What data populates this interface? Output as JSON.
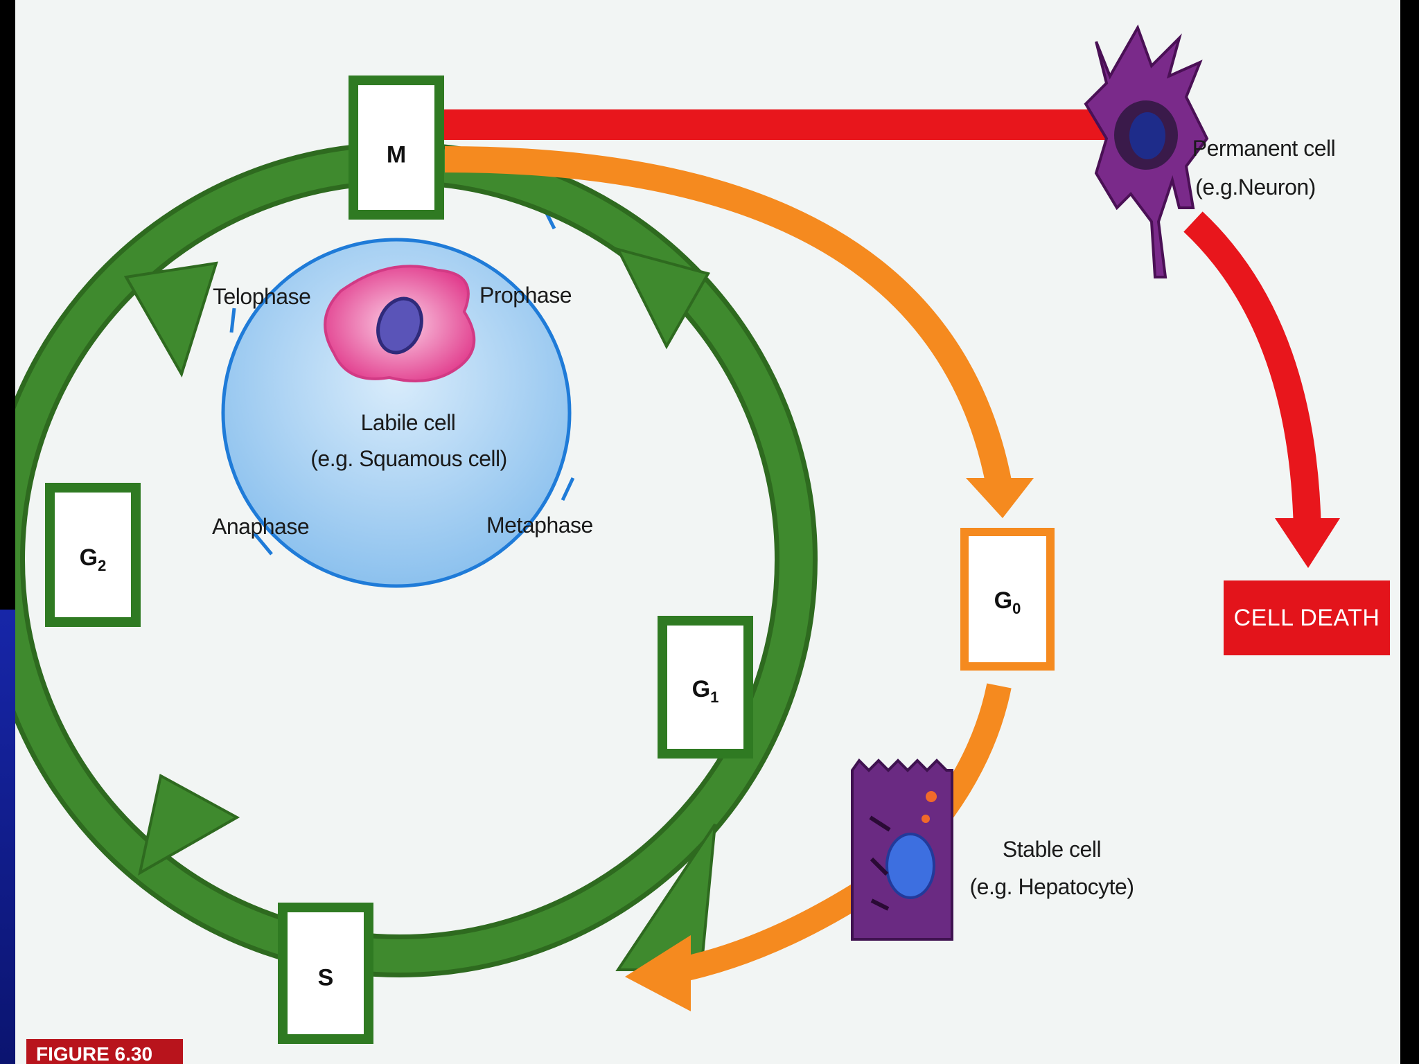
{
  "phases": {
    "m": "M",
    "g1_main": "G",
    "g1_sub": "1",
    "g2_main": "G",
    "g2_sub": "2",
    "s": "S",
    "g0_main": "G",
    "g0_sub": "0"
  },
  "mitosis": {
    "telophase": "Telophase",
    "prophase": "Prophase",
    "metaphase": "Metaphase",
    "anaphase": "Anaphase"
  },
  "cells": {
    "labile_name": "Labile cell",
    "labile_example": "(e.g. Squamous cell)",
    "permanent_name": "Permanent cell",
    "permanent_example": "(e.g.Neuron)",
    "stable_name": "Stable cell",
    "stable_example": "(e.g. Hepatocyte)"
  },
  "cell_death": "CELL DEATH",
  "figure_tag": "FIGURE 6.30",
  "colors": {
    "cycle_green": "#3f8a2e",
    "box_green": "#2f7a22",
    "red_path": "#e8161c",
    "orange_path": "#f58a1f",
    "mitosis_blue": "#1f7bd8",
    "neuron_purple": "#7a2a8a",
    "labile_pink": "#e94f9a"
  },
  "icons": [
    "labile-cell-icon",
    "neuron-icon",
    "hepatocyte-icon"
  ]
}
